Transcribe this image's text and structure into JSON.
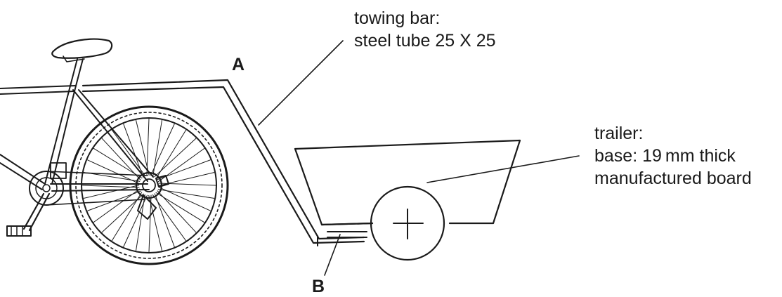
{
  "labels": {
    "point_a": "A",
    "point_b": "B",
    "towing_bar": {
      "line1": "towing bar:",
      "line2": "steel tube 25 X 25"
    },
    "trailer": {
      "line1": "trailer:",
      "line2": "base: 19 mm thick",
      "line3": "manufactured board"
    }
  },
  "colors": {
    "ink": "#1a1a1a",
    "background": "#ffffff"
  }
}
